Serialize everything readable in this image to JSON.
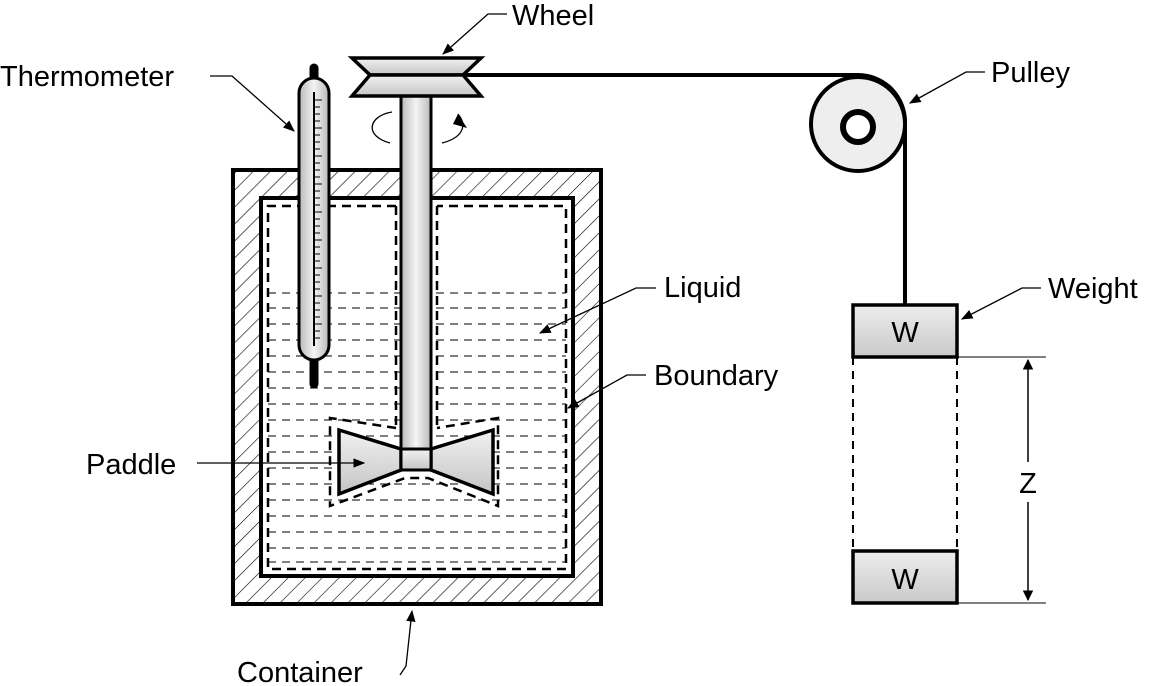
{
  "labels": {
    "wheel": "Wheel",
    "thermometer": "Thermometer",
    "pulley": "Pulley",
    "liquid": "Liquid",
    "weight": "Weight",
    "boundary": "Boundary",
    "paddle": "Paddle",
    "container": "Container",
    "weight_symbol": "W",
    "height_symbol": "Z"
  },
  "colors": {
    "line": "#000000",
    "metal_light": "#f2f2f2",
    "metal_dark": "#c4c4c4",
    "paddle_fill": "#cfcfcf",
    "background": "#ffffff"
  }
}
